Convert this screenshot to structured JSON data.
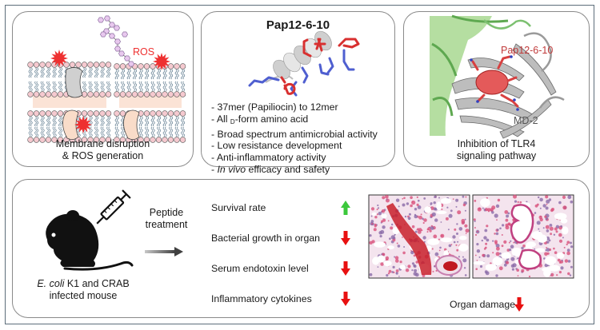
{
  "panel_membrane": {
    "label_ros": "ROS",
    "caption_line1": "Membrane disruption",
    "caption_line2": "& ROS generation"
  },
  "panel_peptide": {
    "title": "Pap12-6-10",
    "features": [
      {
        "prefix": "- ",
        "text": "37mer (Papiliocin) to 12mer"
      },
      {
        "prefix": "- All ",
        "subscript": "D",
        "text": "-form amino acid"
      },
      {
        "prefix": "- ",
        "text": "Broad spectrum antimicrobial activity"
      },
      {
        "prefix": "- ",
        "text": "Low resistance development"
      },
      {
        "prefix": "- ",
        "text": "Anti-inflammatory activity"
      },
      {
        "prefix": "- ",
        "italic": "In vivo",
        "text": " efficacy and safety"
      }
    ]
  },
  "panel_tlr4": {
    "label_peptide": "Pap12-6-10",
    "label_md2": "MD-2",
    "caption_line1": "Inhibition of TLR4",
    "caption_line2": "signaling pathway"
  },
  "panel_invivo": {
    "mouse_caption_italic": "E. coli",
    "mouse_caption_rest": " K1 and CRAB",
    "mouse_caption_line2": "infected mouse",
    "treatment_line1": "Peptide",
    "treatment_line2": "treatment",
    "outcomes": [
      {
        "label": "Survival rate",
        "direction": "up"
      },
      {
        "label": "Bacterial growth in organ",
        "direction": "down"
      },
      {
        "label": "Serum endotoxin level",
        "direction": "down"
      },
      {
        "label": "Inflammatory cytokines",
        "direction": "down"
      }
    ],
    "organ_caption": "Organ damage",
    "organ_direction": "down"
  },
  "colors": {
    "up_arrow": "#3cc83c",
    "down_arrow": "#e81010",
    "ros": "#ee3030",
    "peptide_label": "#c03a3a",
    "md2_label": "#555555",
    "frame": "#5d6e7a",
    "panel_border": "#8a8a8a"
  }
}
